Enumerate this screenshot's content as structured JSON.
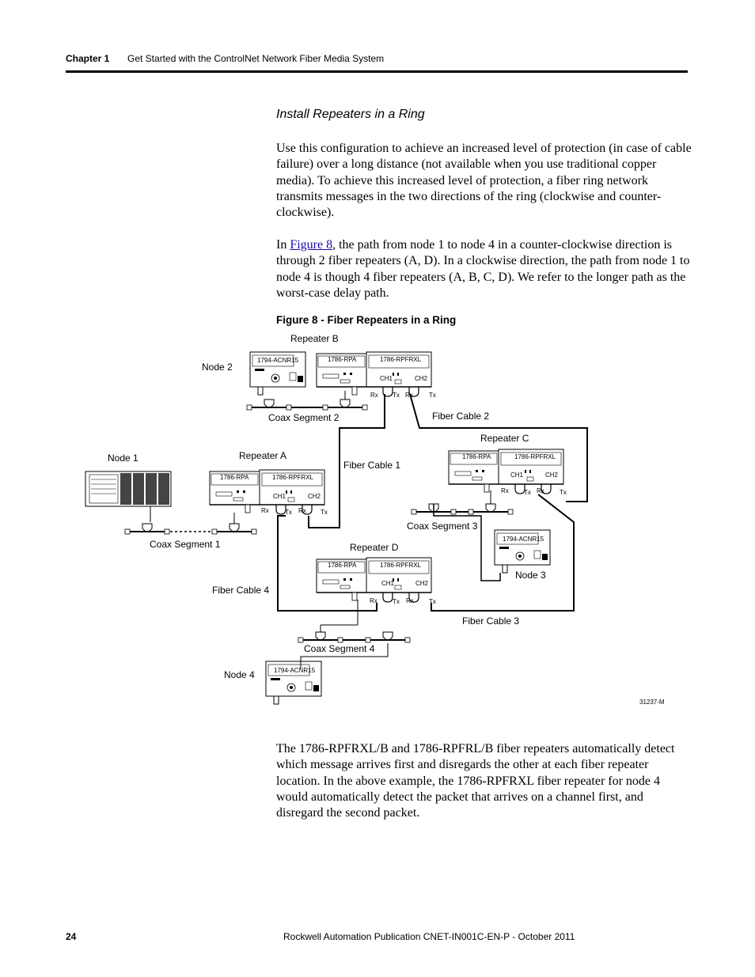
{
  "header": {
    "chapter": "Chapter 1",
    "title": "Get Started with the ControlNet Network Fiber Media System"
  },
  "section_title": "Install Repeaters in a Ring",
  "para1": "Use this configuration to achieve an increased level of protection (in case of cable failure) over a long distance (not available when you use traditional copper media). To achieve this increased level of protection, a fiber ring network transmits messages in the two directions of the ring (clockwise and counter-clockwise).",
  "para2": {
    "prefix": "In ",
    "link": "Figure 8",
    "suffix": ", the path from node 1 to node 4 in a counter-clockwise direction is through 2 fiber repeaters (A, D). In a clockwise direction, the path from node 1 to node 4 is though 4 fiber repeaters (A, B, C, D). We refer to the longer path as the worst-case delay path."
  },
  "figure_caption": "Figure 8 - Fiber Repeaters in a Ring",
  "diagram": {
    "labels": {
      "repeater_b": "Repeater B",
      "repeater_a": "Repeater A",
      "repeater_c": "Repeater C",
      "repeater_d": "Repeater D",
      "node1": "Node 1",
      "node2": "Node 2",
      "node3": "Node 3",
      "node4": "Node 4",
      "coax1": "Coax Segment 1",
      "coax2": "Coax Segment 2",
      "coax3": "Coax Segment 3",
      "coax4": "Coax Segment 4",
      "fiber1": "Fiber Cable 1",
      "fiber2": "Fiber Cable 2",
      "fiber3": "Fiber Cable 3",
      "fiber4": "Fiber Cable 4",
      "figure_id": "31237-M"
    },
    "modules": {
      "acnr": "1794-ACNR15",
      "rpa": "1786-RPA",
      "rpfrxl": "1786-RPFRXL"
    },
    "ports": {
      "ch1": "CH1",
      "ch2": "CH2",
      "rx": "Rx",
      "tx": "Tx"
    }
  },
  "para3": "The 1786-RPFRXL/B and 1786-RPFRL/B fiber repeaters automatically detect which message arrives first and disregards the other at each fiber repeater location. In the above example, the 1786-RPFRXL fiber repeater for node 4 would automatically detect the packet that arrives on a channel first, and disregard the second packet.",
  "footer": {
    "page_number": "24",
    "publication": "Rockwell Automation Publication CNET-IN001C-EN-P - October 2011"
  }
}
